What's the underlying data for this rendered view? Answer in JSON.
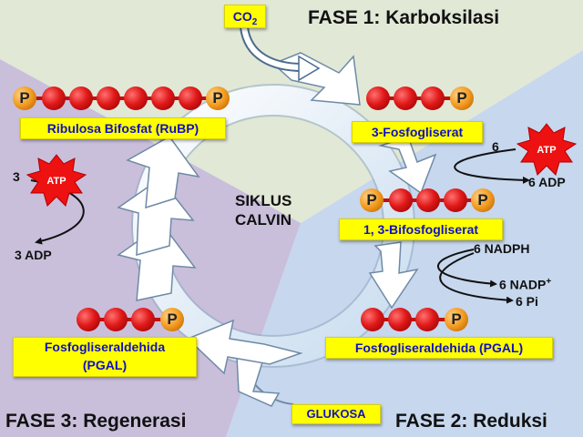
{
  "phases": {
    "phase1": "FASE 1: Karboksilasi",
    "phase2": "FASE 2: Reduksi",
    "phase3": "FASE 3: Regenerasi"
  },
  "cycle": {
    "title_line1": "SIKLUS",
    "title_line2": "CALVIN"
  },
  "inputs": {
    "co2": "CO",
    "co2_sub": "2",
    "glucose": "GLUKOSA"
  },
  "molecules": {
    "rubp": "Ribulosa Bifosfat (RuBP)",
    "pga": "3-Fosfogliserat",
    "bpg": "1, 3-Bifosfogliserat",
    "pgal_right": "Fosfogliseraldehida (PGAL)",
    "pgal_left_line1": "Fosfogliseraldehida",
    "pgal_left_line2": "(PGAL)",
    "phosphate": "P"
  },
  "reduction": {
    "atp_count": "6",
    "atp_label": "ATP",
    "adp": "6 ADP",
    "nadph": "6 NADPH",
    "nadp_base": "6 NADP",
    "nadp_sup": "+",
    "pi": "6 Pi"
  },
  "regeneration": {
    "atp_count": "3",
    "atp_label": "ATP",
    "adp": "3 ADP"
  },
  "colors": {
    "region_top": "#e1e8d6",
    "region_right": "#c6d7ee",
    "region_left": "#c9bfdb",
    "box_fill": "#ffff00",
    "box_text": "#1010c0",
    "ring": "#cfe0f0",
    "atp_burst": "#ee1111"
  }
}
